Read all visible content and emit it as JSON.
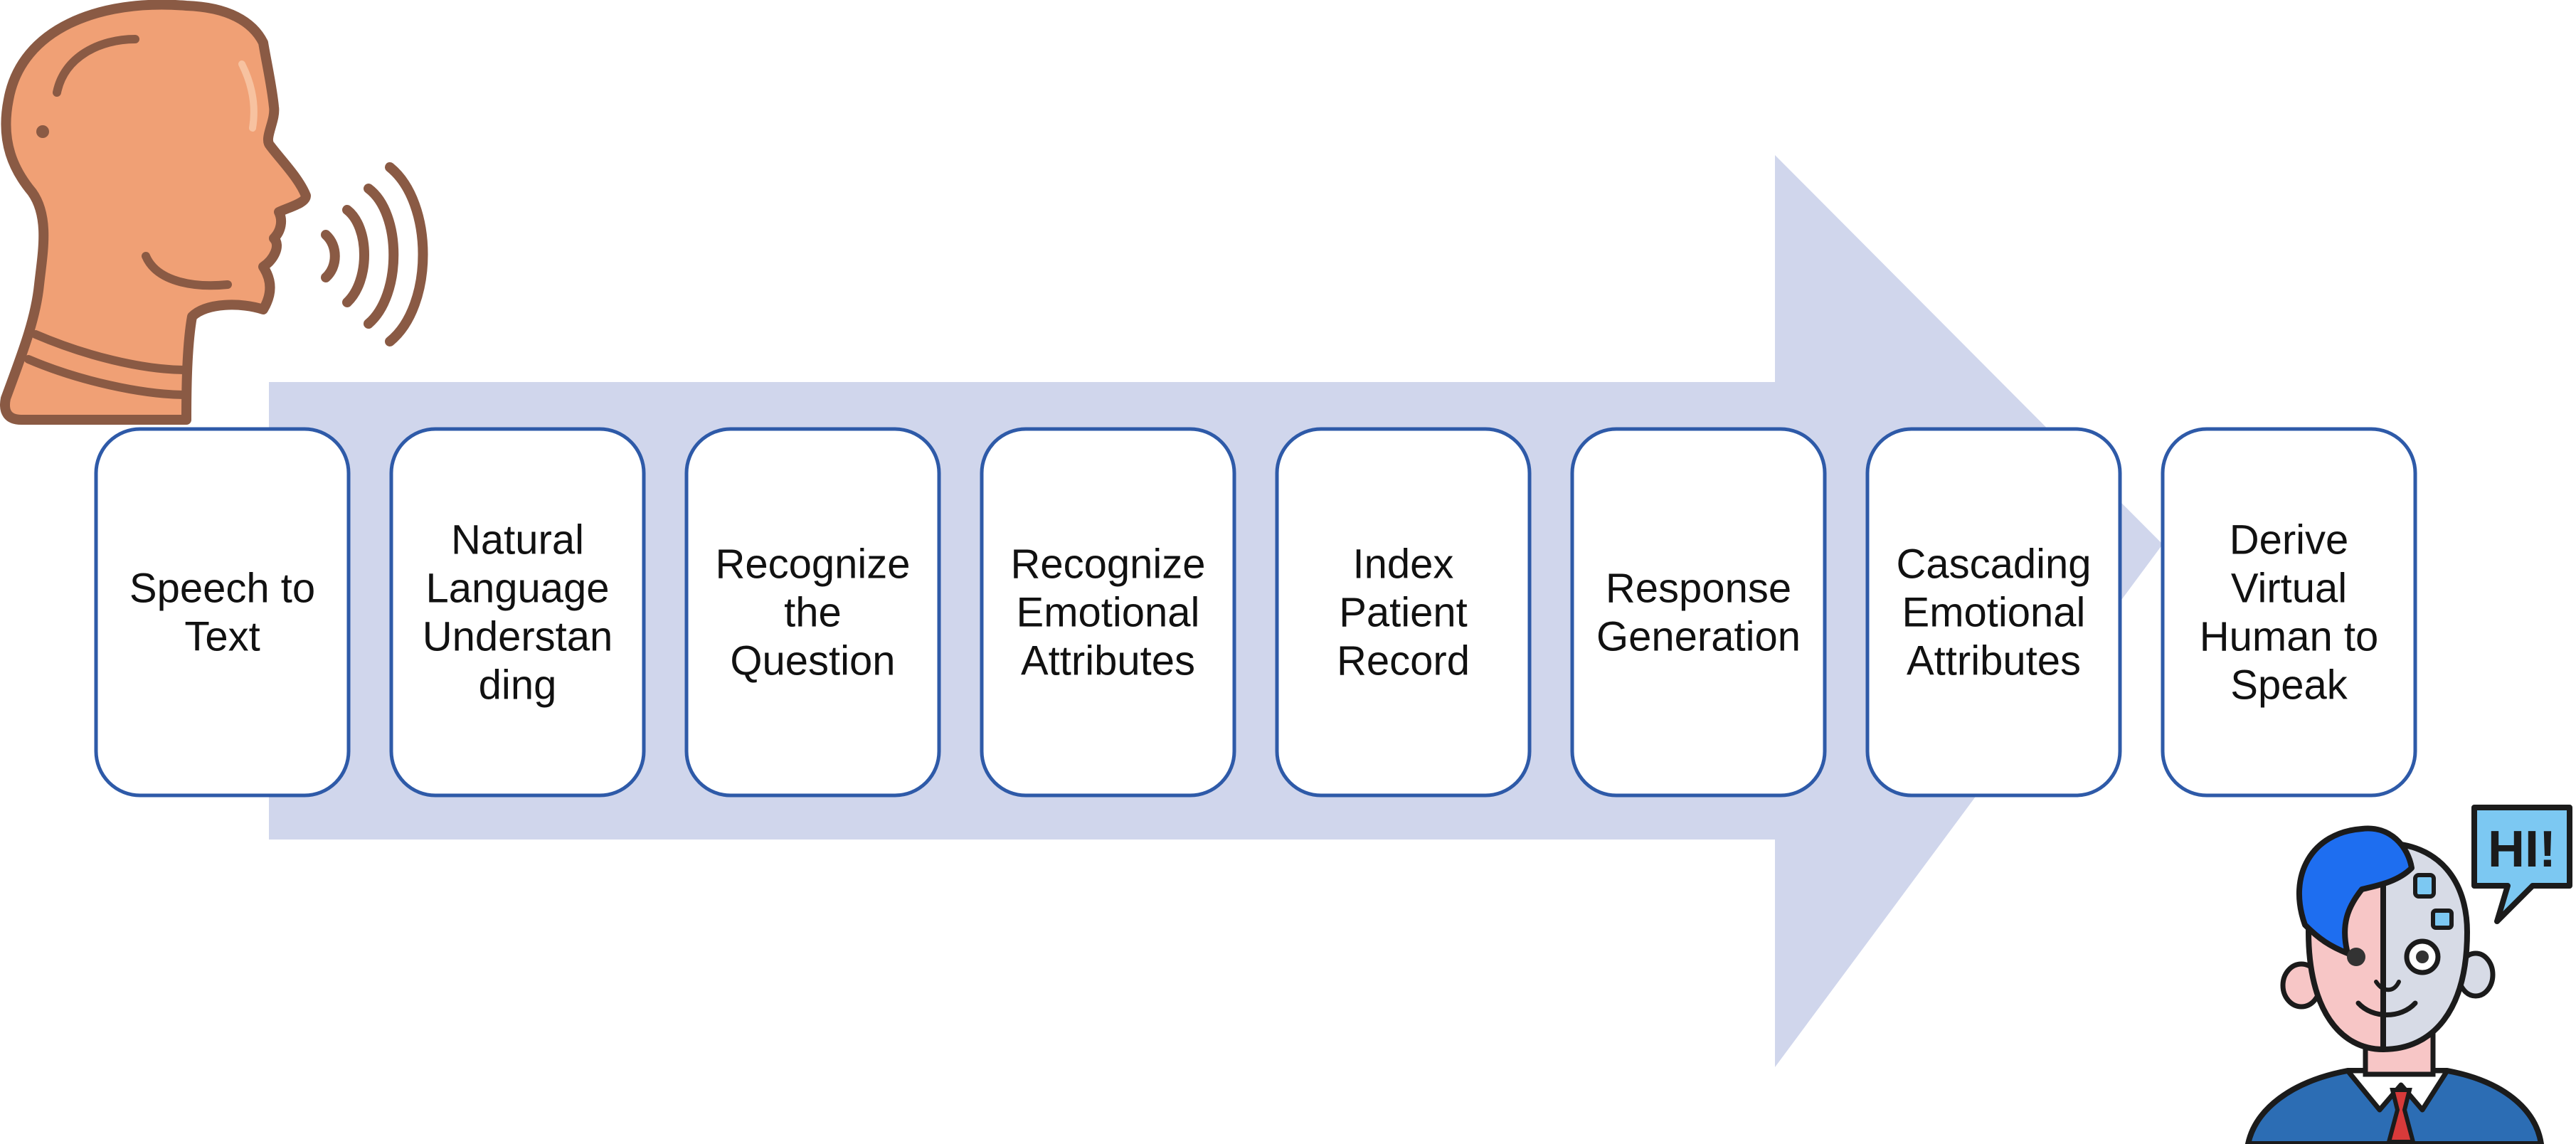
{
  "diagram": {
    "steps": [
      {
        "label_lines": [
          "Speech to",
          "Text"
        ]
      },
      {
        "label_lines": [
          "Natural",
          "Language",
          "Understan",
          "ding"
        ]
      },
      {
        "label_lines": [
          "Recognize",
          "the",
          "Question"
        ]
      },
      {
        "label_lines": [
          "Recognize",
          "Emotional",
          "Attributes"
        ]
      },
      {
        "label_lines": [
          "Index",
          "Patient",
          "Record"
        ]
      },
      {
        "label_lines": [
          "Response",
          "Generation"
        ]
      },
      {
        "label_lines": [
          "Cascading",
          "Emotional",
          "Attributes"
        ]
      },
      {
        "label_lines": [
          "Derive",
          "Virtual",
          "Human to",
          "Speak"
        ]
      }
    ],
    "speech_bubble_text": "HI!",
    "colors": {
      "arrow": "#d0d6ec",
      "box_border": "#2e5aa8",
      "box_fill": "#ffffff",
      "head_skin": "#f0a075",
      "head_outline": "#8a5a44",
      "robot_hair": "#1e6ef0",
      "robot_metal": "#d7dbe6",
      "robot_suit": "#2c6db4",
      "speech_bubble": "#7cc8f2"
    },
    "icons": [
      "speaking-head-icon",
      "sound-waves-icon",
      "virtual-human-icon",
      "speech-bubble-icon"
    ]
  }
}
